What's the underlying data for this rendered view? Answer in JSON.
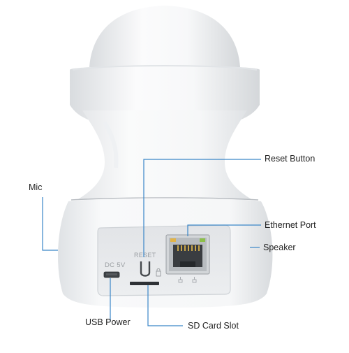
{
  "callouts": {
    "mic": "Mic",
    "reset_button": "Reset Button",
    "ethernet_port": "Ethernet Port",
    "speaker": "Speaker",
    "usb_power": "USB Power",
    "sd_card_slot": "SD Card Slot"
  },
  "panel_print": {
    "dc": "DC 5V",
    "reset": "RESET"
  },
  "colors": {
    "callout_line": "#3a86c8",
    "body": "#f2f3f4",
    "panel": "#e6e8ea"
  }
}
